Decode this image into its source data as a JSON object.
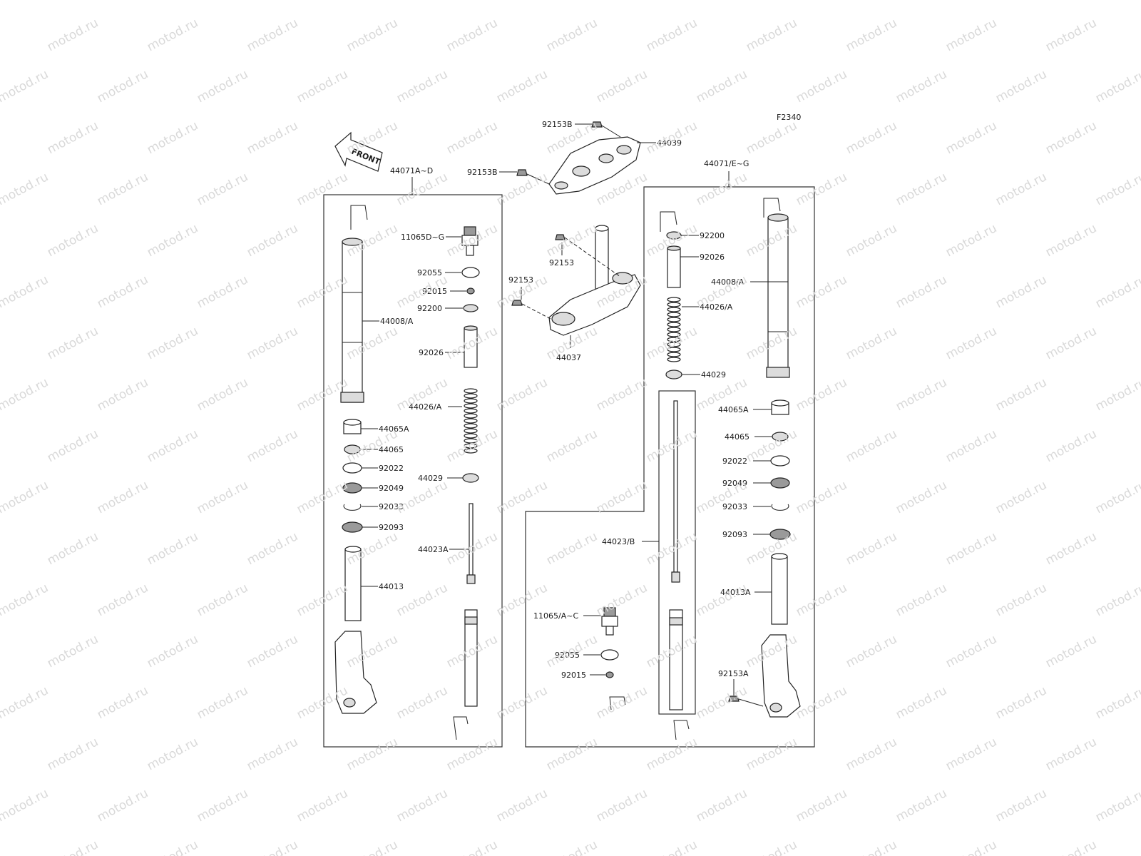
{
  "diagram_code": "F2340",
  "watermark": "motod.ru",
  "front_arrow": "FRONT",
  "groups": {
    "left_fork": "44071A~D",
    "right_fork": "44071/E~G"
  },
  "callouts": {
    "top_bracket_bolt_a": "92153B",
    "top_bracket": "44039",
    "top_bracket_bolt_b": "92153B",
    "stem_bolt": "92153",
    "stem_side_bolt": "92153",
    "steering_stem": "44037",
    "l_adjuster": "11065D~G",
    "l_oring": "92055",
    "l_nut": "92015",
    "l_washer": "92200",
    "l_spacer": "92026",
    "l_spring": "44026/A",
    "l_guide": "44029",
    "l_rod": "44023A",
    "l_outer_tube": "44008/A",
    "l_bushing_a": "44065A",
    "l_bushing": "44065",
    "l_washer_seal": "92022",
    "l_oil_seal": "92049",
    "l_snap_ring": "92033",
    "l_dust_seal": "92093",
    "l_inner_tube": "44013",
    "r_washer": "92200",
    "r_spacer": "92026",
    "r_spring": "44026/A",
    "r_guide": "44029",
    "r_outer_tube": "44008/A",
    "r_rod": "44023/B",
    "r_bushing_a": "44065A",
    "r_bushing": "44065",
    "r_washer_seal": "92022",
    "r_oil_seal": "92049",
    "r_snap_ring": "92033",
    "r_dust_seal": "92093",
    "r_inner_tube": "44013A",
    "r_adjuster": "11065/A~C",
    "r_oring": "92055",
    "r_nut": "92015",
    "r_axle_bolt": "92153A"
  }
}
